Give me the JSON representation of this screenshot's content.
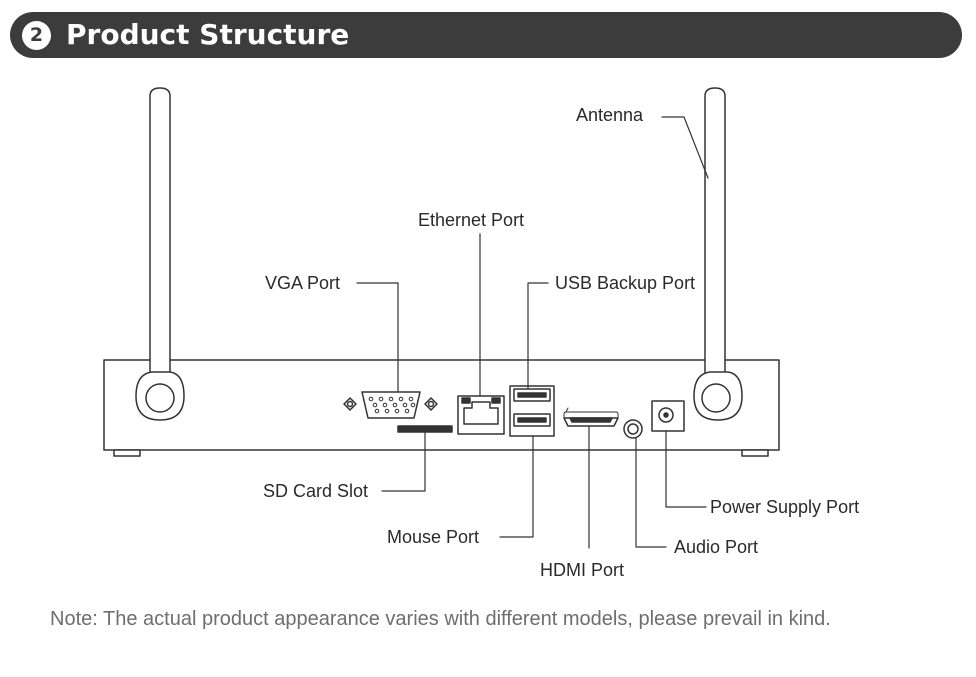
{
  "header": {
    "step": "2",
    "title": "Product Structure"
  },
  "labels": {
    "antenna": "Antenna",
    "ethernet_port": "Ethernet Port",
    "vga_port": "VGA Port",
    "usb_backup_port": "USB Backup Port",
    "sd_card_slot": "SD Card Slot",
    "mouse_port": "Mouse Port",
    "hdmi_port": "HDMI Port",
    "audio_port": "Audio Port",
    "power_supply_port": "Power Supply Port"
  },
  "note": "Note: The actual product appearance varies with different models, please prevail in kind.",
  "colors": {
    "header_bg": "#3c3c3c",
    "line": "#333333",
    "note_text": "#6e6e6e"
  }
}
